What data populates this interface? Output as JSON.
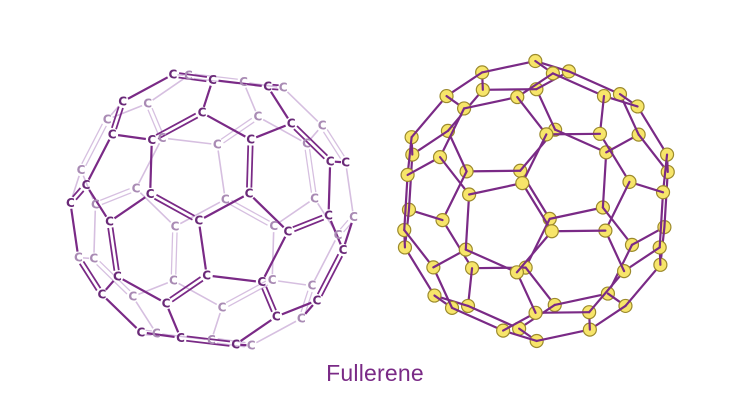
{
  "caption": "Fullerene",
  "atom_symbol": "C",
  "colors": {
    "bond": "#7a2a86",
    "bond_back": "#d6bfe0",
    "atom_fill": "#f7e56a",
    "atom_stroke": "#9c8a2c",
    "label": "#6a2a78",
    "caption": "#7a2a86"
  },
  "models": [
    {
      "name": "c60-structural-formula",
      "style": "labeled-atoms"
    },
    {
      "name": "c60-ball-and-stick",
      "style": "ball-and-stick"
    }
  ]
}
